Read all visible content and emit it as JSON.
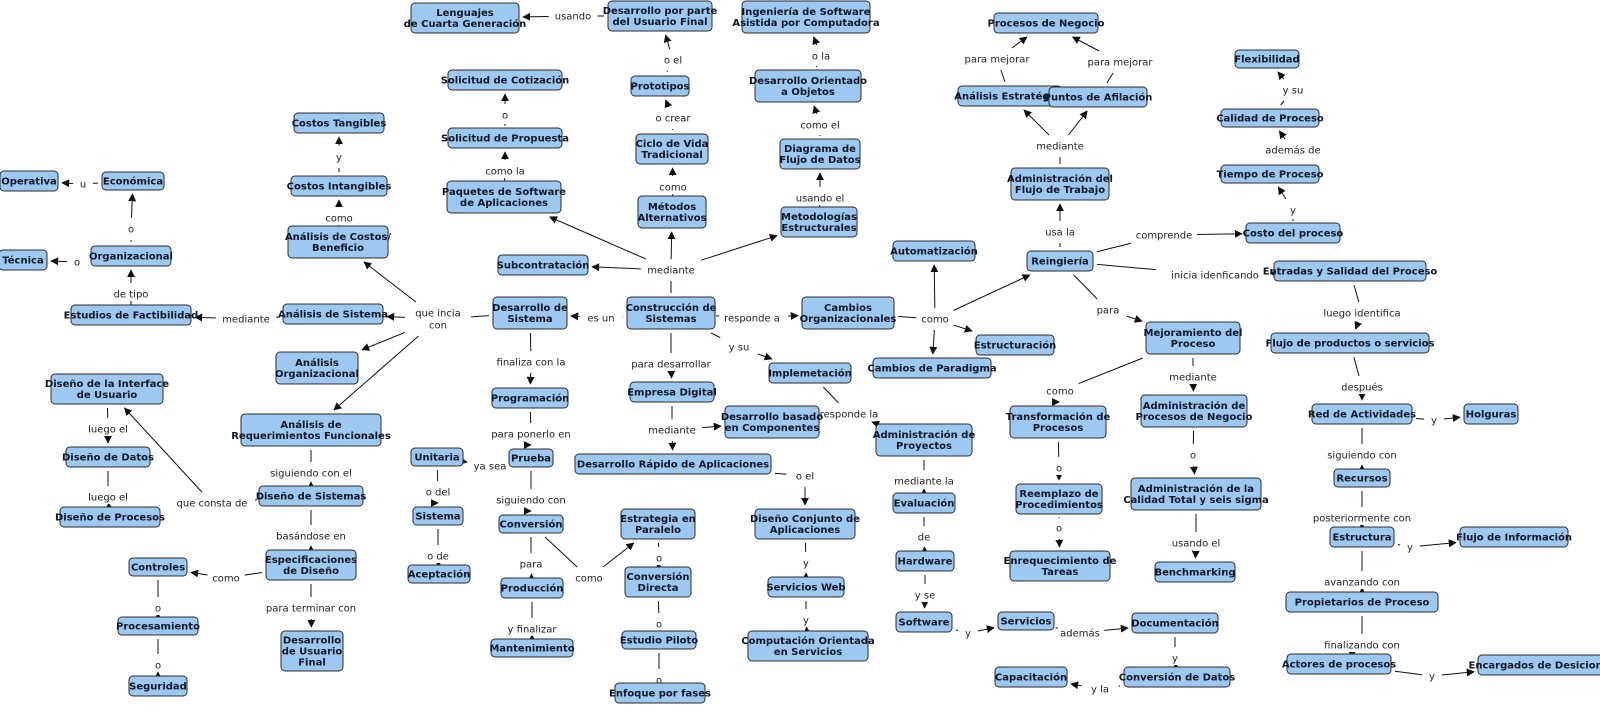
{
  "nodes": {
    "lenguajes": [
      "Lenguajes",
      "de Cuarta Generación"
    ],
    "des_usuario_final": [
      "Desarrollo por parte",
      "del Usuario Final"
    ],
    "ingenieria_sw": [
      "Ingeniería de Software",
      "Asistida por Computadora"
    ],
    "procesos_negocio": [
      "Procesos de Negocio"
    ],
    "flexibilidad": [
      "Flexibilidad"
    ],
    "sol_cotizacion": [
      "Solicitud de Cotización"
    ],
    "prototipos": [
      "Prototipos"
    ],
    "des_objetos": [
      "Desarrollo Orientado",
      "a Objetos"
    ],
    "analisis_estrategico": [
      "Análisis Estratégico"
    ],
    "puntos_afilacion": [
      "Puntos de Afilación"
    ],
    "calidad_proceso": [
      "Calidad de Proceso"
    ],
    "costos_tangibles": [
      "Costos Tangibles"
    ],
    "sol_propuesta": [
      "Solicitud de Propuesta"
    ],
    "ciclo_vida": [
      "Ciclo de Vida",
      "Tradicional"
    ],
    "diagrama_flujo": [
      "Diagrama de",
      "Flujo de Datos"
    ],
    "tiempo_proceso": [
      "Tiempo de Proceso"
    ],
    "operativa": [
      "Operativa"
    ],
    "economica": [
      "Económica"
    ],
    "costos_intangibles": [
      "Costos Intangibles"
    ],
    "paquetes_sw": [
      "Paquetes de Software",
      "de Aplicaciones"
    ],
    "metodos_alt": [
      "Métodos",
      "Alternativos"
    ],
    "metodologias": [
      "Metodologías",
      "Estructurales"
    ],
    "admin_flujo": [
      "Administración del",
      "Flujo de Trabajo"
    ],
    "costo_proceso": [
      "Costo del proceso"
    ],
    "analisis_costos": [
      "Análisis de Costos/",
      "Beneficio"
    ],
    "automatizacion": [
      "Automatización"
    ],
    "tecnica": [
      "Técnica"
    ],
    "organizacional": [
      "Organizacional"
    ],
    "subcontratacion": [
      "Subcontratación"
    ],
    "reingenieria": [
      "Reingiería"
    ],
    "entradas_salidas": [
      "Entradas y Salidad del Proceso"
    ],
    "estudios_fact": [
      "Estudios de Factibilidad"
    ],
    "analisis_sistema": [
      "Análisis de Sistema"
    ],
    "desarrollo_sistema": [
      "Desarrollo de",
      "Sistema"
    ],
    "construccion": [
      "Construcción de",
      "Sistemas"
    ],
    "cambios_org": [
      "Cambios",
      "Organizacionales"
    ],
    "estructuracion": [
      "Estructuración"
    ],
    "mejoramiento": [
      "Mejoramiento del",
      "Proceso"
    ],
    "flujo_productos": [
      "Flujo de productos o servicios"
    ],
    "analisis_org": [
      "Análisis",
      "Organizacional"
    ],
    "cambios_paradigma": [
      "Cambios de Paradigma"
    ],
    "implementacion": [
      "Implemetación"
    ],
    "diseno_interface": [
      "Diseño de la Interface",
      "de Usuario"
    ],
    "programacion": [
      "Programación"
    ],
    "empresa_digital": [
      "Empresa Digital"
    ],
    "analisis_req": [
      "Análisis de",
      "Requerimientos Funcionales"
    ],
    "des_componentes": [
      "Desarrollo basado",
      "en Componentes"
    ],
    "admin_proyectos": [
      "Administración de",
      "Proyectos"
    ],
    "transformacion": [
      "Transformación de",
      "Procesos"
    ],
    "admin_procesos_neg": [
      "Administración de",
      "Procesos de Negocio"
    ],
    "red_actividades": [
      "Red de Actividades"
    ],
    "holguras": [
      "Holguras"
    ],
    "diseno_datos": [
      "Diseño de Datos"
    ],
    "unitaria": [
      "Unitaria"
    ],
    "prueba": [
      "Prueba"
    ],
    "des_rapido": [
      "Desarrollo Rápido de Aplicaciones"
    ],
    "recursos": [
      "Recursos"
    ],
    "diseno_sistemas": [
      "Diseño de Sistemas"
    ],
    "evaluacion": [
      "Evaluación"
    ],
    "reemplazo": [
      "Reemplazo de",
      "Procedimientos"
    ],
    "admin_calidad": [
      "Administración de la",
      "Calidad Total y seis sigma"
    ],
    "diseno_procesos": [
      "Diseño de Procesos"
    ],
    "sistema": [
      "Sistema"
    ],
    "conversion": [
      "Conversión"
    ],
    "estrategia_paralelo": [
      "Estrategia en",
      "Paralelo"
    ],
    "diseno_conjunto": [
      "Diseño Conjunto de",
      "Aplicaciones"
    ],
    "estructura": [
      "Estructura"
    ],
    "flujo_info": [
      "Flujo de Información"
    ],
    "especificaciones": [
      "Especificaciones",
      "de Diseño"
    ],
    "controles": [
      "Controles"
    ],
    "hardware": [
      "Hardware"
    ],
    "enriquecimiento": [
      "Enrequecimiento de",
      "Tareas"
    ],
    "aceptacion": [
      "Aceptación"
    ],
    "conversion_directa": [
      "Conversión",
      "Directa"
    ],
    "benchmarking": [
      "Benchmarking"
    ],
    "produccion": [
      "Producción"
    ],
    "servicios_web": [
      "Servicios Web"
    ],
    "propietarios": [
      "Propietarios de Proceso"
    ],
    "procesamiento": [
      "Procesamiento"
    ],
    "software": [
      "Software"
    ],
    "servicios": [
      "Servicios"
    ],
    "documentacion": [
      "Documentación"
    ],
    "estudio_piloto": [
      "Estudio Piloto"
    ],
    "computacion_serv": [
      "Computación Orientada",
      "en Servicios"
    ],
    "mantenimiento": [
      "Mantenimiento"
    ],
    "des_usuario_final2": [
      "Desarrollo",
      "de Usuario",
      "Final"
    ],
    "actores": [
      "Actores de procesos"
    ],
    "encargados": [
      "Encargados de Desiciones"
    ],
    "seguridad": [
      "Seguridad"
    ],
    "capacitacion": [
      "Capacitación"
    ],
    "conversion_datos": [
      "Conversión de Datos"
    ],
    "enfoque_fases": [
      "Enfoque por fases"
    ]
  },
  "links": {
    "usando": "usando",
    "o_el": "o el",
    "o_la": "o la",
    "para_mejorar": "para mejorar",
    "o": "o",
    "o_crear": "o crear",
    "como_el": "como el",
    "y_su": "y su",
    "y": "y",
    "ademas_de": "además de",
    "u": "u",
    "como": "como",
    "como_la": "como la",
    "usando_el": "usando el",
    "mediante": "mediante",
    "usa_la": "usa la",
    "comprende": "comprende",
    "de_tipo": "de tipo",
    "inicia_identificando": "inicia idenficando",
    "que_inicia_con": [
      "que incia",
      "con"
    ],
    "es_un": "es un",
    "responde_a": "responde a",
    "para": "para",
    "luego_identifica": "luego identifica",
    "finaliza_con": "finaliza con la",
    "para_desarrollar": "para desarrollar",
    "despues": "después",
    "luego_el": "luego el",
    "responde_la": "responde la",
    "para_ponerlo_en": "para ponerlo en",
    "siguiendo_con_el": "siguiendo con el",
    "ya_sea": "ya sea",
    "mediante_la": "mediante la",
    "o_del": "o del",
    "que_consta_de": "que consta de",
    "siguiendo_con": "siguiendo con",
    "usando_el_bench": "usando el",
    "posteriormente_con": "posteriormente con",
    "basandose_en": "basándose en",
    "o_de": "o de",
    "de": "de",
    "y_se": "y se",
    "avanzando_con": "avanzando con",
    "para_terminar_con": "para terminar con",
    "y_finalizar": "y finalizar",
    "ademas": "además",
    "finalizando_con": "finalizando con",
    "y_la": "y la"
  },
  "colors": {
    "node_fill": "#9cc8f2",
    "node_stroke": "#2b2b2b",
    "edge": "#111111",
    "background": "#ffffff"
  }
}
